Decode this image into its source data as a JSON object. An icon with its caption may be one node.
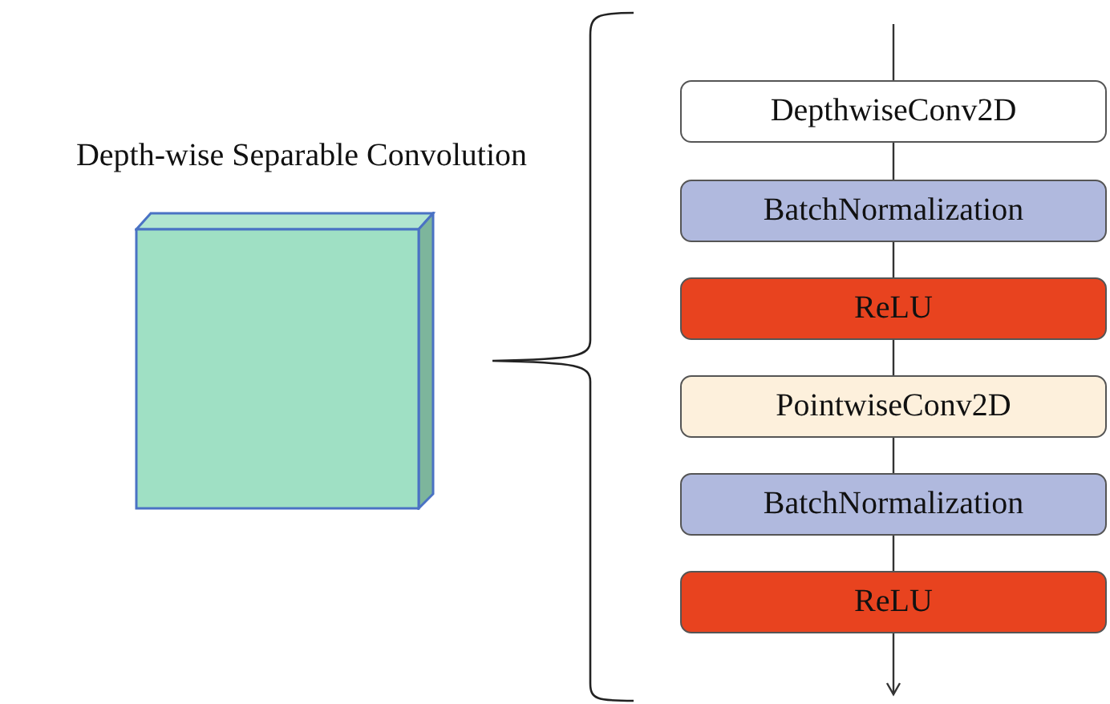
{
  "diagram": {
    "nodes": [
      {
        "text": [
          "Depth-wise Separable Convolution"
        ]
      },
      {
        "text": [
          "DepthwiseConv2D"
        ]
      },
      {
        "text": [
          "BatchNormalization"
        ]
      },
      {
        "text": [
          "ReLU"
        ]
      },
      {
        "text": [
          "PointwiseConv2D"
        ]
      },
      {
        "text": [
          "BatchNormalization"
        ]
      },
      {
        "text": [
          "ReLU"
        ]
      }
    ],
    "edges": [
      {
        "from": null,
        "to": 1,
        "arrow": "none"
      },
      {
        "from": 1,
        "to": 2,
        "arrow": "none"
      },
      {
        "from": 2,
        "to": 3,
        "arrow": "none"
      },
      {
        "from": 3,
        "to": 4,
        "arrow": "none"
      },
      {
        "from": 4,
        "to": 5,
        "arrow": "none"
      },
      {
        "from": 5,
        "to": 6,
        "arrow": "none"
      },
      {
        "from": 6,
        "to": null,
        "arrow": "to"
      }
    ]
  }
}
